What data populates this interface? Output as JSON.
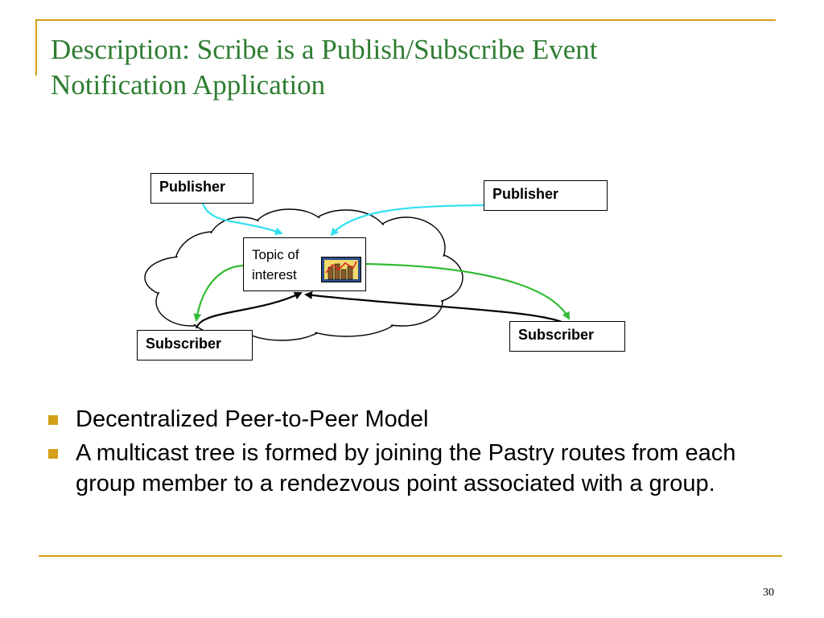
{
  "slide": {
    "title_line1": "Description: Scribe is a Publish/Subscribe Event",
    "title_line2": "Notification Application",
    "page_number": "30"
  },
  "diagram": {
    "publisher_left": "Publisher",
    "publisher_right": "Publisher",
    "topic_line1": "Topic of",
    "topic_line2": "interest",
    "subscriber_left": "Subscriber",
    "subscriber_right": "Subscriber",
    "colors": {
      "publish_arrow": "#33e0f0",
      "subscribe_arrow": "#33bb33",
      "join_arrow": "#000000"
    }
  },
  "bullets": [
    "Decentralized Peer-to-Peer Model",
    "A multicast tree is formed by joining the Pastry routes from each group member to a rendezvous point associated with a group."
  ],
  "colors": {
    "accent": "#d4a017",
    "title": "#2e7d32"
  }
}
